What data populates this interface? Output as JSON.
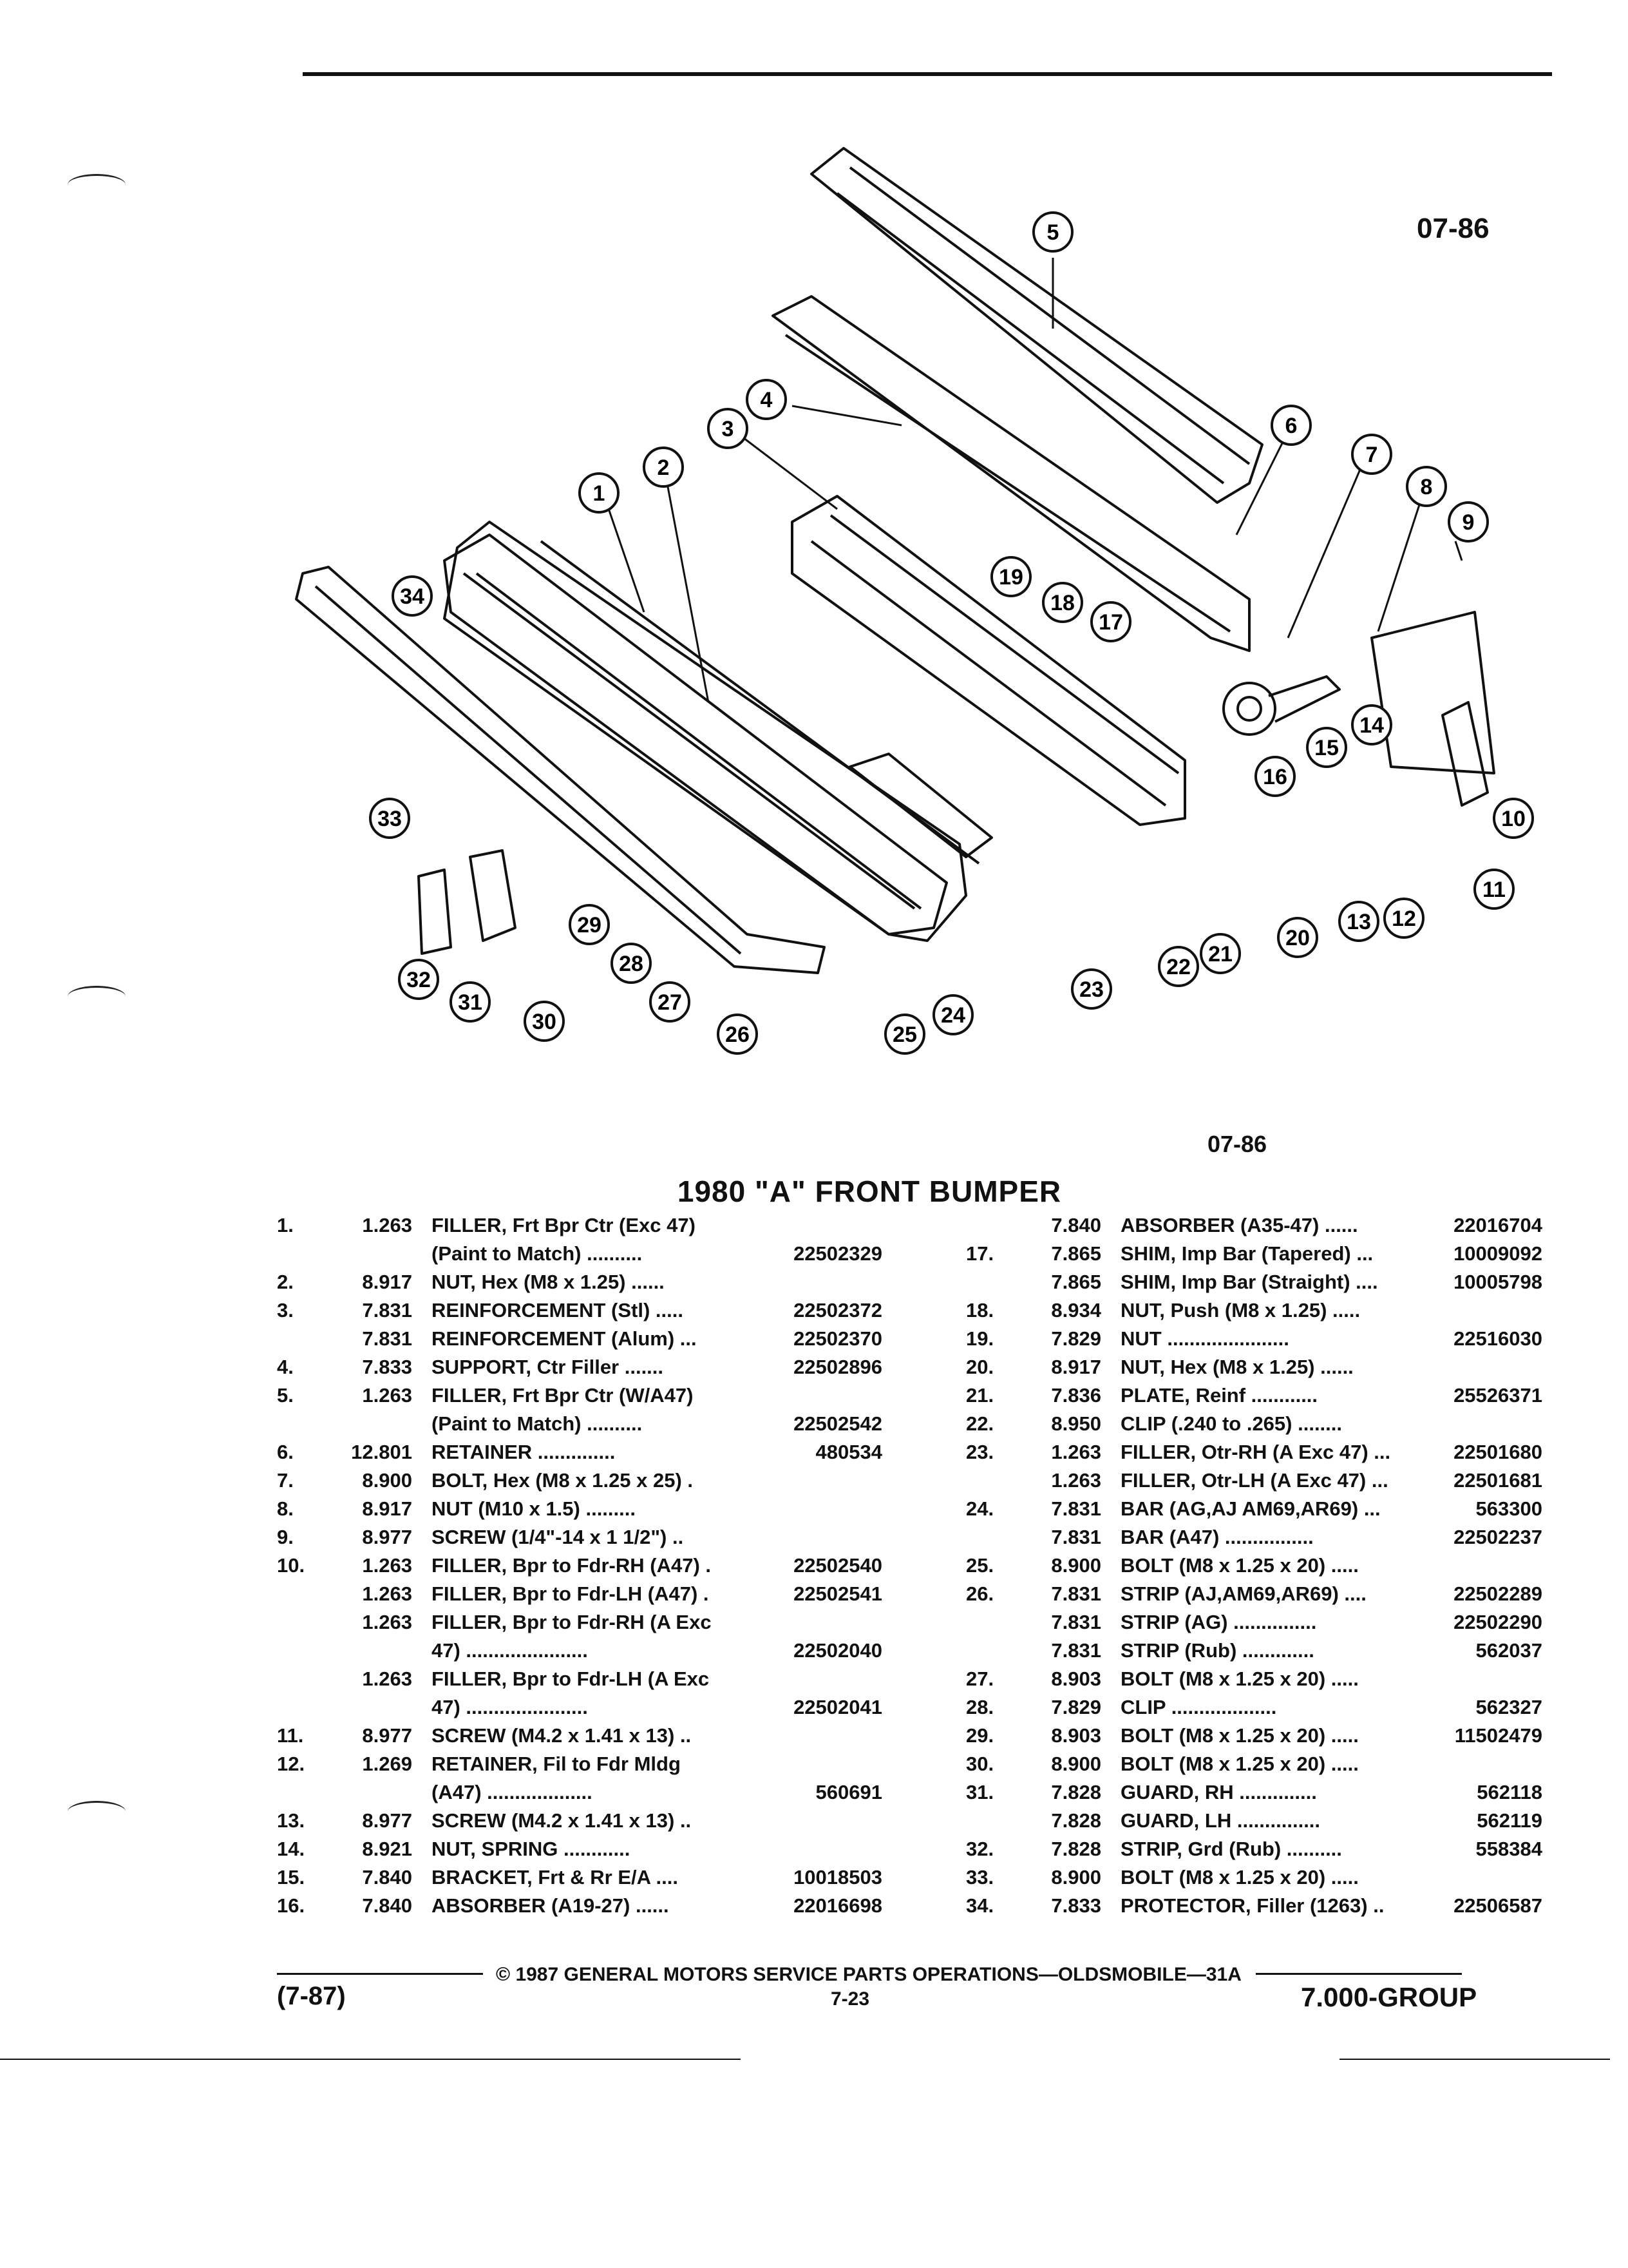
{
  "header": {
    "figure_code_top": "07-86",
    "figure_code_bottom": "07-86"
  },
  "diagram": {
    "callouts": [
      "1",
      "2",
      "3",
      "4",
      "5",
      "6",
      "7",
      "8",
      "9",
      "10",
      "11",
      "12",
      "13",
      "14",
      "15",
      "16",
      "17",
      "18",
      "19",
      "20",
      "21",
      "22",
      "23",
      "24",
      "25",
      "26",
      "27",
      "28",
      "29",
      "30",
      "31",
      "32",
      "33",
      "34"
    ]
  },
  "title": "1980 \"A\" FRONT BUMPER",
  "parts_left": [
    {
      "num": "1.",
      "group": "1.263",
      "name": "FILLER,",
      "desc": "Frt Bpr Ctr (Exc 47)",
      "part": ""
    },
    {
      "num": "",
      "group": "",
      "name": "",
      "desc": "(Paint to Match) ..........",
      "part": "22502329"
    },
    {
      "num": "2.",
      "group": "8.917",
      "name": "NUT,",
      "desc": "Hex (M8 x 1.25) ......",
      "part": ""
    },
    {
      "num": "3.",
      "group": "7.831",
      "name": "REINFORCEMENT",
      "desc": "(Stl) .....",
      "part": "22502372"
    },
    {
      "num": "",
      "group": "7.831",
      "name": "REINFORCEMENT",
      "desc": "(Alum) ...",
      "part": "22502370"
    },
    {
      "num": "4.",
      "group": "7.833",
      "name": "SUPPORT,",
      "desc": "Ctr Filler .......",
      "part": "22502896"
    },
    {
      "num": "5.",
      "group": "1.263",
      "name": "FILLER,",
      "desc": "Frt Bpr Ctr (W/A47)",
      "part": ""
    },
    {
      "num": "",
      "group": "",
      "name": "",
      "desc": "(Paint to Match) ..........",
      "part": "22502542"
    },
    {
      "num": "6.",
      "group": "12.801",
      "name": "RETAINER",
      "desc": "..............",
      "part": "480534"
    },
    {
      "num": "7.",
      "group": "8.900",
      "name": "BOLT,",
      "desc": "Hex (M8 x 1.25 x 25) .",
      "part": ""
    },
    {
      "num": "8.",
      "group": "8.917",
      "name": "NUT",
      "desc": "(M10 x 1.5) .........",
      "part": ""
    },
    {
      "num": "9.",
      "group": "8.977",
      "name": "SCREW",
      "desc": "(1/4\"-14 x 1 1/2\") ..",
      "part": ""
    },
    {
      "num": "10.",
      "group": "1.263",
      "name": "FILLER,",
      "desc": "Bpr to Fdr-RH (A47) .",
      "part": "22502540"
    },
    {
      "num": "",
      "group": "1.263",
      "name": "FILLER,",
      "desc": "Bpr to Fdr-LH (A47) .",
      "part": "22502541"
    },
    {
      "num": "",
      "group": "1.263",
      "name": "FILLER,",
      "desc": "Bpr to Fdr-RH (A Exc",
      "part": ""
    },
    {
      "num": "",
      "group": "",
      "name": "",
      "desc": "47) ......................",
      "part": "22502040"
    },
    {
      "num": "",
      "group": "1.263",
      "name": "FILLER,",
      "desc": "Bpr to Fdr-LH (A Exc",
      "part": ""
    },
    {
      "num": "",
      "group": "",
      "name": "",
      "desc": "47) ......................",
      "part": "22502041"
    },
    {
      "num": "11.",
      "group": "8.977",
      "name": "SCREW",
      "desc": "(M4.2 x 1.41 x 13) ..",
      "part": ""
    },
    {
      "num": "12.",
      "group": "1.269",
      "name": "RETAINER,",
      "desc": "Fil to Fdr Mldg",
      "part": ""
    },
    {
      "num": "",
      "group": "",
      "name": "",
      "desc": "(A47) ...................",
      "part": "560691"
    },
    {
      "num": "13.",
      "group": "8.977",
      "name": "SCREW",
      "desc": "(M4.2 x 1.41 x 13) ..",
      "part": ""
    },
    {
      "num": "14.",
      "group": "8.921",
      "name": "NUT,",
      "desc": "SPRING ............",
      "part": ""
    },
    {
      "num": "15.",
      "group": "7.840",
      "name": "BRACKET,",
      "desc": "Frt & Rr E/A ....",
      "part": "10018503"
    },
    {
      "num": "16.",
      "group": "7.840",
      "name": "ABSORBER",
      "desc": "(A19-27) ......",
      "part": "22016698"
    }
  ],
  "parts_right": [
    {
      "num": "",
      "group": "7.840",
      "name": "ABSORBER",
      "desc": "(A35-47) ......",
      "part": "22016704"
    },
    {
      "num": "17.",
      "group": "7.865",
      "name": "SHIM,",
      "desc": "Imp Bar (Tapered) ...",
      "part": "10009092"
    },
    {
      "num": "",
      "group": "7.865",
      "name": "SHIM,",
      "desc": "Imp Bar (Straight) ....",
      "part": "10005798"
    },
    {
      "num": "18.",
      "group": "8.934",
      "name": "NUT,",
      "desc": "Push (M8 x 1.25) .....",
      "part": ""
    },
    {
      "num": "19.",
      "group": "7.829",
      "name": "NUT",
      "desc": "......................",
      "part": "22516030"
    },
    {
      "num": "20.",
      "group": "8.917",
      "name": "NUT,",
      "desc": "Hex (M8 x 1.25) ......",
      "part": ""
    },
    {
      "num": "21.",
      "group": "7.836",
      "name": "PLATE,",
      "desc": "Reinf ............",
      "part": "25526371"
    },
    {
      "num": "22.",
      "group": "8.950",
      "name": "CLIP",
      "desc": "(.240 to .265) ........",
      "part": ""
    },
    {
      "num": "23.",
      "group": "1.263",
      "name": "FILLER,",
      "desc": "Otr-RH (A Exc 47) ...",
      "part": "22501680"
    },
    {
      "num": "",
      "group": "1.263",
      "name": "FILLER,",
      "desc": "Otr-LH (A Exc 47) ...",
      "part": "22501681"
    },
    {
      "num": "24.",
      "group": "7.831",
      "name": "BAR",
      "desc": "(AG,AJ AM69,AR69) ...",
      "part": "563300"
    },
    {
      "num": "",
      "group": "7.831",
      "name": "BAR",
      "desc": "(A47) ................",
      "part": "22502237"
    },
    {
      "num": "25.",
      "group": "8.900",
      "name": "BOLT",
      "desc": "(M8 x 1.25 x 20) .....",
      "part": ""
    },
    {
      "num": "26.",
      "group": "7.831",
      "name": "STRIP",
      "desc": "(AJ,AM69,AR69) ....",
      "part": "22502289"
    },
    {
      "num": "",
      "group": "7.831",
      "name": "STRIP",
      "desc": "(AG) ...............",
      "part": "22502290"
    },
    {
      "num": "",
      "group": "7.831",
      "name": "STRIP",
      "desc": "(Rub) .............",
      "part": "562037"
    },
    {
      "num": "27.",
      "group": "8.903",
      "name": "BOLT",
      "desc": "(M8 x 1.25 x 20) .....",
      "part": ""
    },
    {
      "num": "28.",
      "group": "7.829",
      "name": "CLIP",
      "desc": "...................",
      "part": "562327"
    },
    {
      "num": "29.",
      "group": "8.903",
      "name": "BOLT",
      "desc": "(M8 x 1.25 x 20) .....",
      "part": "11502479"
    },
    {
      "num": "30.",
      "group": "8.900",
      "name": "BOLT",
      "desc": "(M8 x 1.25 x 20) .....",
      "part": ""
    },
    {
      "num": "31.",
      "group": "7.828",
      "name": "GUARD,",
      "desc": "RH ..............",
      "part": "562118"
    },
    {
      "num": "",
      "group": "7.828",
      "name": "GUARD,",
      "desc": "LH ...............",
      "part": "562119"
    },
    {
      "num": "32.",
      "group": "7.828",
      "name": "STRIP,",
      "desc": "Grd (Rub) ..........",
      "part": "558384"
    },
    {
      "num": "33.",
      "group": "8.900",
      "name": "BOLT",
      "desc": "(M8 x 1.25 x 20) .....",
      "part": ""
    },
    {
      "num": "34.",
      "group": "7.833",
      "name": "PROTECTOR,",
      "desc": "Filler (1263) ..",
      "part": "22506587"
    }
  ],
  "footer": {
    "copyright": "© 1987 GENERAL MOTORS SERVICE PARTS OPERATIONS—OLDSMOBILE—31A",
    "page": "7-23",
    "date": "(7-87)",
    "group": "7.000-GROUP"
  }
}
